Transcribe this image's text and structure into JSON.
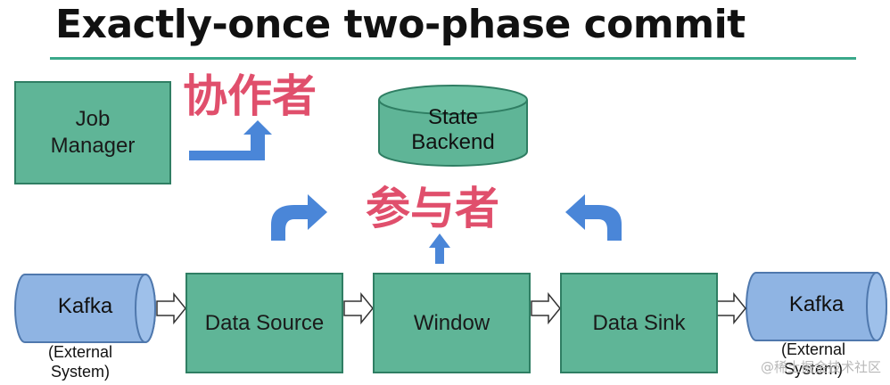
{
  "title": "Exactly-once two-phase commit",
  "coordinator_label": "协作者",
  "participant_label": "参与者",
  "nodes": {
    "job_manager": "Job\nManager",
    "state_backend": "State\nBackend",
    "kafka_source": "Kafka",
    "data_source": "Data Source",
    "window": "Window",
    "data_sink": "Data Sink",
    "kafka_sink": "Kafka"
  },
  "external_note_left": "(External\nSystem)",
  "external_note_right": "(External\nSystem)",
  "watermark": "@稀土掘金技术社区",
  "colors": {
    "box_fill": "#5fb597",
    "box_border": "#2f7e63",
    "cylinder_fill": "#8fb4e3",
    "arrow_blue": "#4a86d8",
    "highlight_red": "#e04f6c",
    "rule": "#3aa88a"
  }
}
